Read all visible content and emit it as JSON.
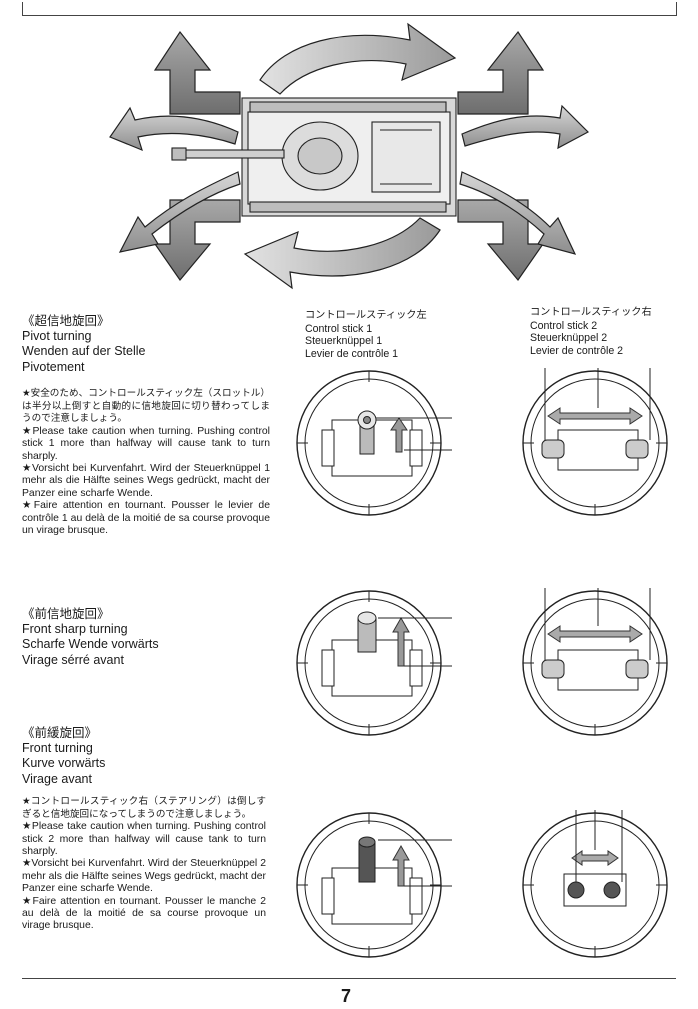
{
  "page_number": "7",
  "pivot": {
    "title_jp": "《超信地旋回》",
    "title_en": "Pivot turning",
    "title_de": "Wenden auf der Stelle",
    "title_fr": "Pivotement",
    "note_jp": "★安全のため、コントロールスティック左（スロットル）は半分以上倒すと自動的に信地旋回に切り替わってしまうので注意しましょう。",
    "note_en": "★Please take caution when turning. Pushing control stick 1 more than halfway will cause tank to turn sharply.",
    "note_de": "★Vorsicht bei Kurvenfahrt. Wird der Steuerknüppel 1 mehr als die Hälfte seines Wegs gedrückt, macht der Panzer eine scharfe Wende.",
    "note_fr": "★Faire attention en tournant. Pousser le levier de contrôle 1 au delà de la moitié de sa course provoque un virage brusque."
  },
  "front_sharp": {
    "title_jp": "《前信地旋回》",
    "title_en": "Front sharp turning",
    "title_de": "Scharfe Wende vorwärts",
    "title_fr": "Virage sérré avant"
  },
  "front_turn": {
    "title_jp": "《前緩旋回》",
    "title_en": "Front turning",
    "title_de": "Kurve vorwärts",
    "title_fr": "Virage avant",
    "note_jp": "★コントロールスティック右（ステアリング）は倒しすぎると信地旋回になってしまうので注意しましょう。",
    "note_en": "★Please take caution when turning. Pushing control stick 2 more than halfway will cause tank to turn sharply.",
    "note_de": "★Vorsicht bei Kurvenfahrt. Wird der Steuerknüppel 2 mehr als die Hälfte seines Wegs gedrückt, macht der Panzer eine scharfe Wende.",
    "note_fr": "★Faire attention en tournant. Pousser le manche 2 au delà de la moitié de sa course provoque un virage brusque."
  },
  "stick_left": {
    "jp": "コントロールスティック左",
    "en": "Control stick 1",
    "de": "Steuerknüppel 1",
    "fr": "Levier de contrôle 1"
  },
  "stick_right": {
    "jp": "コントロールスティック右",
    "en": "Control stick 2",
    "de": "Steuerknüppel 2",
    "fr": "Levier de contrôle 2"
  }
}
